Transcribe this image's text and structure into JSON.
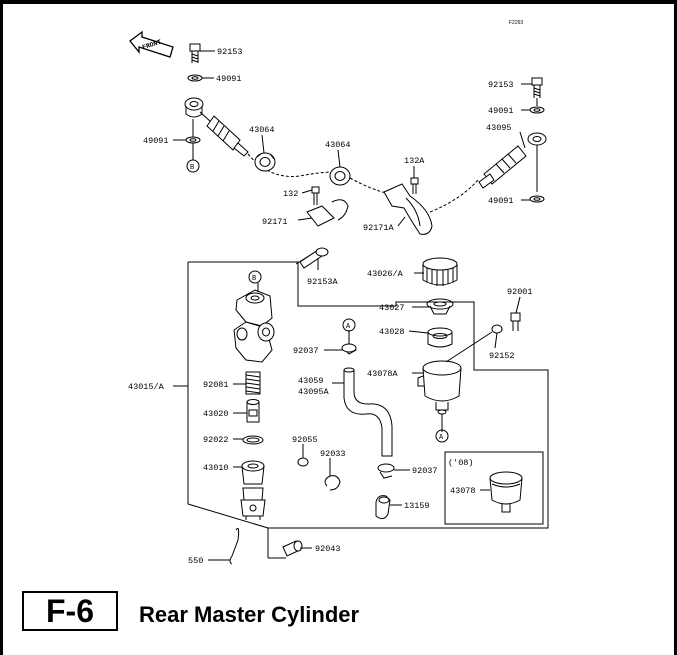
{
  "figure_code": "F2293",
  "front_label": "FRONT",
  "section": {
    "code": "F-6",
    "title": "Rear Master Cylinder"
  },
  "year_label": "('08)",
  "callouts": {
    "a": "A",
    "b": "B"
  },
  "parts": {
    "p92153_top_left": "92153",
    "p49091_top_left": "49091",
    "p49091_left": "49091",
    "p43064_left": "43064",
    "p43064_right": "43064",
    "p132a": "132A",
    "p132": "132",
    "p92171": "92171",
    "p92171a": "92171A",
    "p43095": "43095",
    "p92153_top_right": "92153",
    "p49091_top_right": "49091",
    "p49091_right": "49091",
    "p92153a": "92153A",
    "p43026a": "43026/A",
    "p43027": "43027",
    "p43028": "43028",
    "p92001": "92001",
    "p92152": "92152",
    "p43078a": "43078A",
    "p92037_upper": "92037",
    "p43059": "43059",
    "p43095a": "43095A",
    "p43015a": "43015/A",
    "p92081": "92081",
    "p43020": "43020",
    "p92022": "92022",
    "p43010": "43010",
    "p92055": "92055",
    "p92033": "92033",
    "p92037_lower": "92037",
    "p13159": "13159",
    "p43078": "43078",
    "p92043": "92043",
    "p550": "550"
  }
}
